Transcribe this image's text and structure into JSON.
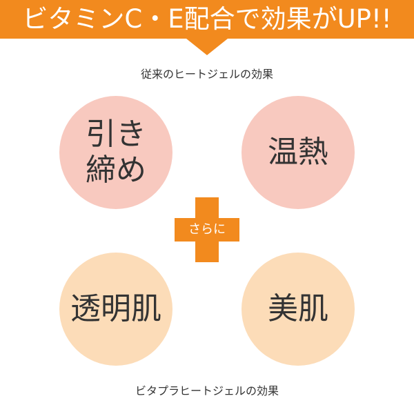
{
  "header": {
    "title": "ビタミンC・E配合で効果がUP!!"
  },
  "top_caption": "従来のヒートジェルの効果",
  "bottom_caption": "ビタプラヒートジェルの効果",
  "circles": {
    "top_left": "引き\n締め",
    "top_right": "温熱",
    "bottom_left": "透明肌",
    "bottom_right": "美肌"
  },
  "plus": {
    "label": "さらに"
  },
  "colors": {
    "accent_orange": "#F28A1E",
    "circle_pink": "#F8C9BF",
    "circle_peach": "#FCDCB8",
    "text": "#333333"
  }
}
